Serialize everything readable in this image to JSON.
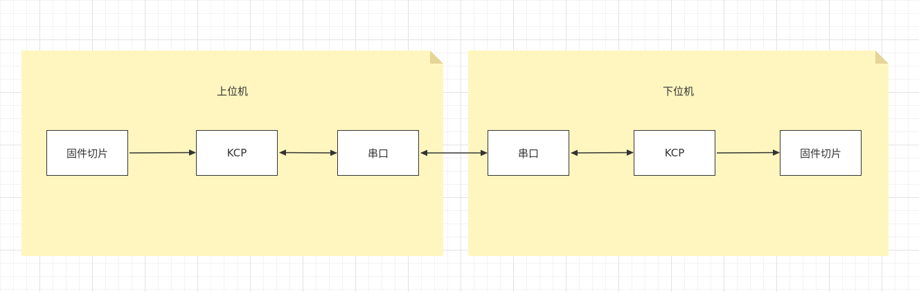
{
  "colors": {
    "note_fill": "#fff6bf",
    "note_fold": "#e5d596",
    "box_stroke": "#333333",
    "arrow": "#333333"
  },
  "notes": [
    {
      "id": "host",
      "title": "上位机"
    },
    {
      "id": "device",
      "title": "下位机"
    }
  ],
  "nodes": {
    "host_firmware": "固件切片",
    "host_kcp": "KCP",
    "host_serial": "串口",
    "device_serial": "串口",
    "device_kcp": "KCP",
    "device_firmware": "固件切片"
  },
  "edges": [
    {
      "from": "host_firmware",
      "to": "host_kcp",
      "direction": "forward"
    },
    {
      "from": "host_kcp",
      "to": "host_serial",
      "direction": "both"
    },
    {
      "from": "host_serial",
      "to": "device_serial",
      "direction": "both"
    },
    {
      "from": "device_serial",
      "to": "device_kcp",
      "direction": "both"
    },
    {
      "from": "device_kcp",
      "to": "device_firmware",
      "direction": "forward"
    }
  ]
}
